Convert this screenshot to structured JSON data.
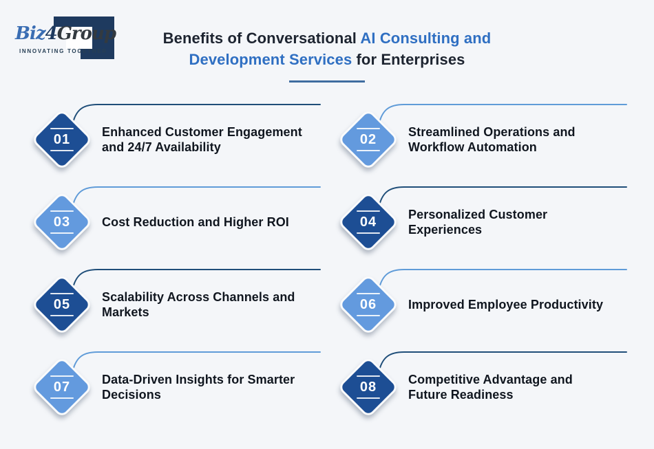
{
  "colors": {
    "bg": "#f4f6f9",
    "dark_diamond": "#1d4e94",
    "light_diamond": "#639ade",
    "dark_line": "#1f4e79",
    "light_line": "#5f9bd8",
    "accent": "#2f6fc2",
    "title_dark": "#1d2430",
    "label_color": "#10161f",
    "logo_navy": "#1e3a5f",
    "biz_blue": "#3a6db3",
    "group_gray": "#333a40",
    "underline": "#3f6da0"
  },
  "logo": {
    "biz": "Biz",
    "four": "4",
    "group": "Group",
    "tagline": "INNOVATING TOGETHER"
  },
  "header": {
    "title_part1": "Benefits of Conversational",
    "title_part2": "AI Consulting and Development Services",
    "title_part3": "for Enterprises"
  },
  "items": [
    {
      "number": "01",
      "tone": "dark",
      "label": "Enhanced Customer Engagement\nand 24/7 Availability"
    },
    {
      "number": "02",
      "tone": "light",
      "label": "Streamlined Operations and\nWorkflow Automation"
    },
    {
      "number": "03",
      "tone": "light",
      "label": "Cost Reduction and Higher ROI"
    },
    {
      "number": "04",
      "tone": "dark",
      "label": "Personalized Customer\nExperiences"
    },
    {
      "number": "05",
      "tone": "dark",
      "label": "Scalability Across Channels and\nMarkets"
    },
    {
      "number": "06",
      "tone": "light",
      "label": "Improved Employee Productivity"
    },
    {
      "number": "07",
      "tone": "light",
      "label": "Data-Driven Insights for Smarter\nDecisions"
    },
    {
      "number": "08",
      "tone": "dark",
      "label": "Competitive Advantage and\nFuture Readiness"
    }
  ]
}
